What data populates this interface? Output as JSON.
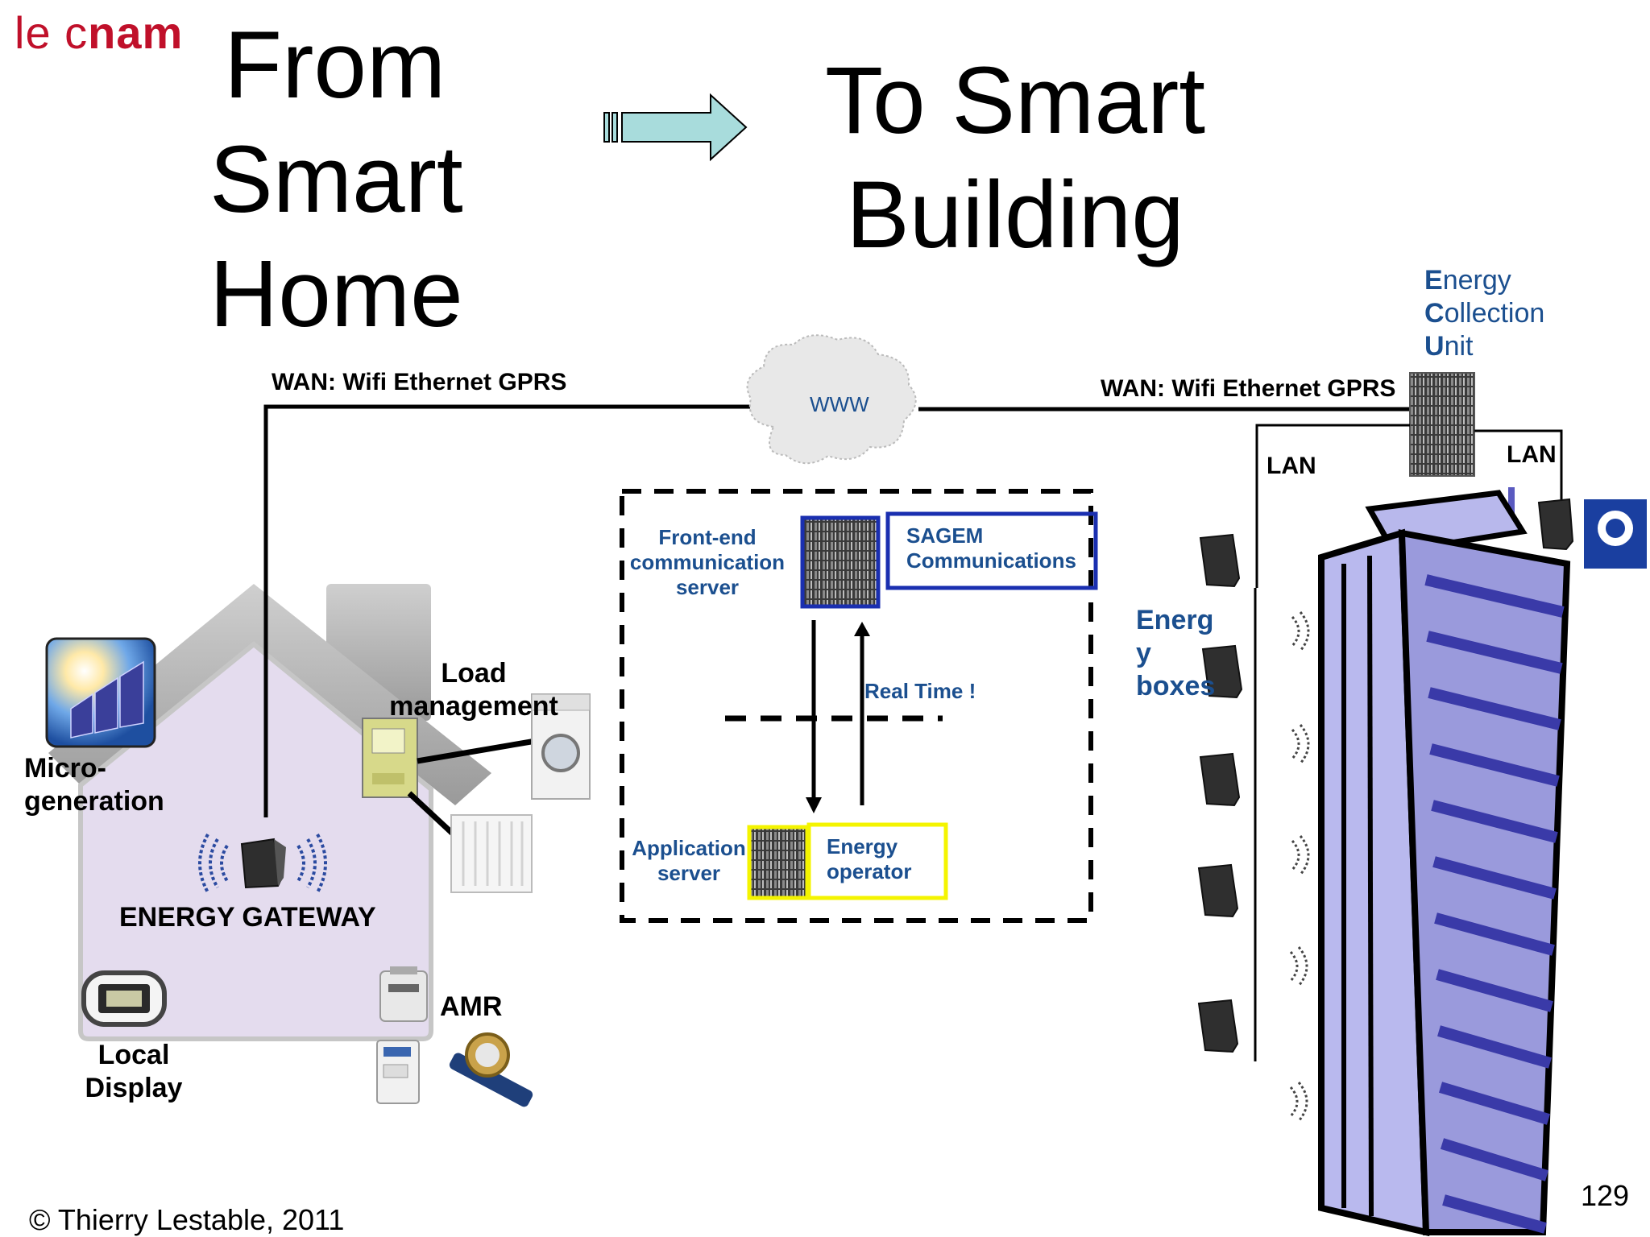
{
  "logo": {
    "light": "le c",
    "bold": "nam"
  },
  "title_left": [
    "From",
    "Smart",
    "Home"
  ],
  "title_right": [
    "To Smart",
    "Building"
  ],
  "cloud_label": "WWW",
  "wan_left": "WAN: Wifi Ethernet GPRS",
  "wan_right": "WAN: Wifi Ethernet GPRS",
  "ecu": [
    {
      "first": "E",
      "rest": "nergy"
    },
    {
      "first": "C",
      "rest": "ollection"
    },
    {
      "first": "U",
      "rest": "nit"
    }
  ],
  "lan_left": "LAN",
  "lan_right": "LAN",
  "frontend": [
    "Front-end",
    "communication",
    "server"
  ],
  "sagem": [
    "SAGEM",
    "Communications"
  ],
  "realtime": "Real Time !",
  "appserver": [
    "Application",
    "server"
  ],
  "energy_operator": [
    "Energy",
    "operator"
  ],
  "energy_boxes": [
    "Energ",
    "y",
    "boxes"
  ],
  "load_management": [
    "Load",
    "management"
  ],
  "micro_generation": [
    "Micro-",
    "generation"
  ],
  "energy_gateway": "ENERGY GATEWAY",
  "amr": "AMR",
  "local_display": [
    "Local",
    "Display"
  ],
  "copyright": "© Thierry Lestable, 2011",
  "page_number": "129",
  "colors": {
    "logo_red": "#c0102a",
    "link_blue": "#1b4f8f",
    "sagem_box": "#1a2fb0",
    "operator_box": "#f4f400",
    "arrow_fill": "#a8dcdc",
    "house_fill": "#e4dcee",
    "building_fill": "#9a9adc",
    "building_stripe": "#3a3aa8"
  }
}
